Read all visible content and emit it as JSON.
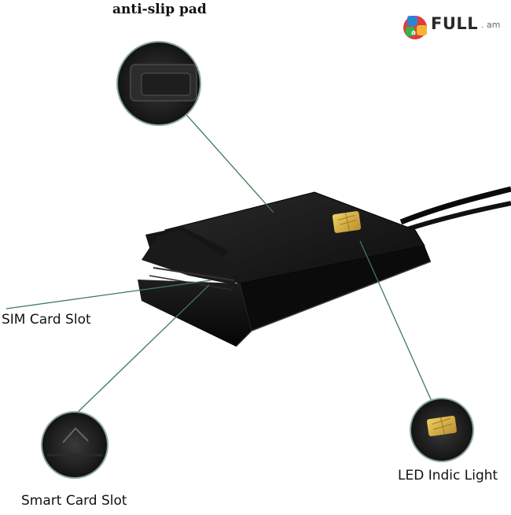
{
  "labels": {
    "anti_slip": "anti-slip pad",
    "sim_slot": "SIM Card Slot",
    "smart_slot": "Smart Card Slot",
    "led": "LED Indic Light"
  },
  "logo": {
    "main": "FULL",
    "suffix": ". am"
  },
  "colors": {
    "callout_line": "#3f7a55",
    "callout_border": "#7a9a8a",
    "device": "#141414",
    "chip": "#d6b34a"
  }
}
